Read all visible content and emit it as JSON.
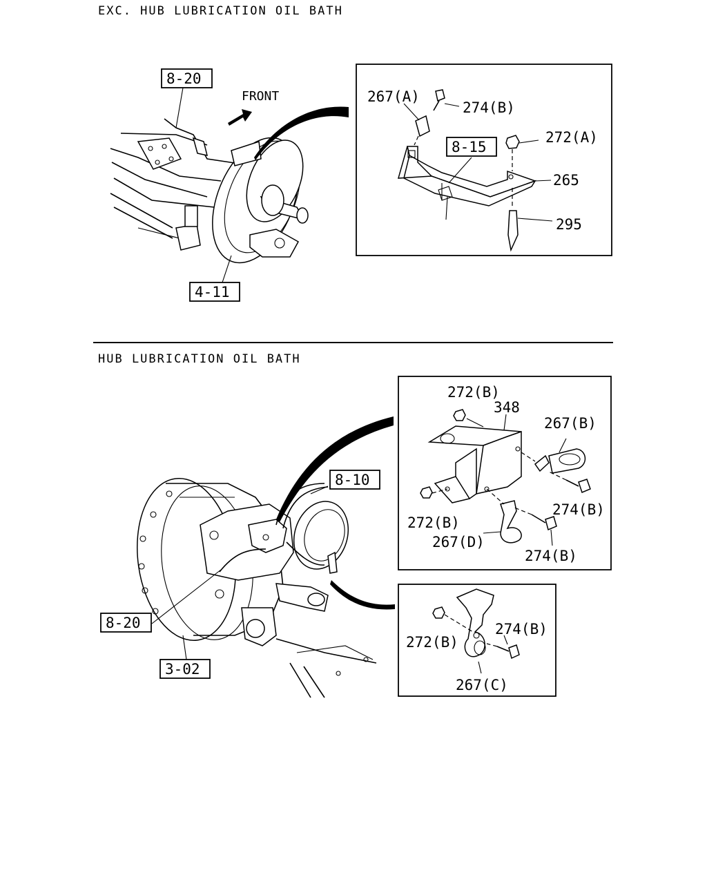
{
  "sections": {
    "top_title": "EXC. HUB LUBRICATION OIL BATH",
    "bottom_title": "HUB LUBRICATION OIL BATH"
  },
  "top": {
    "ref_8_20": "8-20",
    "ref_4_11": "4-11",
    "front": "FRONT",
    "detail": {
      "p267a": "267(A)",
      "p274b": "274(B)",
      "p272a": "272(A)",
      "ref_8_15": "8-15",
      "p265": "265",
      "p295": "295"
    }
  },
  "bottom": {
    "ref_8_10": "8-10",
    "ref_8_20": "8-20",
    "ref_3_02": "3-02",
    "detail1": {
      "p272b_top": "272(B)",
      "p348": "348",
      "p267b": "267(B)",
      "p274b_1": "274(B)",
      "p272b_left": "272(B)",
      "p267d": "267(D)",
      "p274b_2": "274(B)"
    },
    "detail2": {
      "p272b": "272(B)",
      "p274b": "274(B)",
      "p267c": "267(C)"
    }
  }
}
